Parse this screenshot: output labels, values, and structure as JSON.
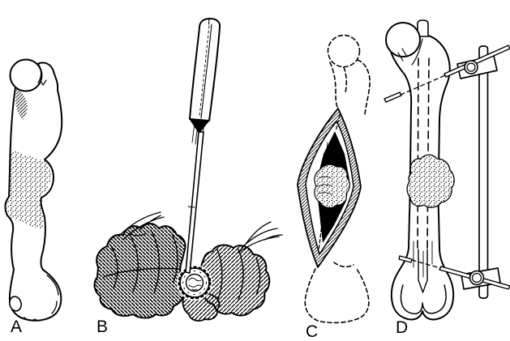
{
  "figure": {
    "background": "#ffffff",
    "ink": "#000000",
    "panels": [
      {
        "label": "A",
        "name": "deformed-femur"
      },
      {
        "label": "B",
        "name": "instrument-harvesting-iliac-crest-graft"
      },
      {
        "label": "C",
        "name": "incision-with-cancellous-bone-graft"
      },
      {
        "label": "D",
        "name": "femur-with-intramedullary-rod-and-external-fixator"
      }
    ]
  }
}
